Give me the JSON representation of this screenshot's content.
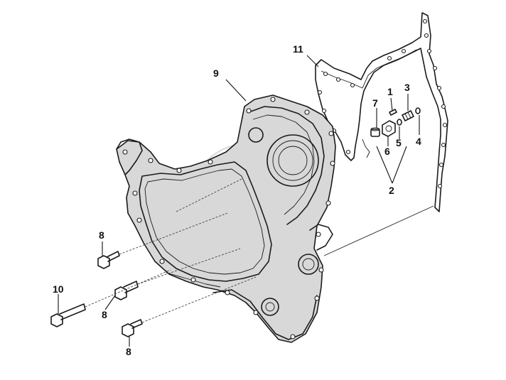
{
  "callouts": {
    "c1": "1",
    "c2": "2",
    "c3": "3",
    "c4": "4",
    "c5": "5",
    "c6": "6",
    "c7": "7",
    "c8a": "8",
    "c8b": "8",
    "c8c": "8",
    "c9": "9",
    "c10": "10",
    "c11": "11"
  },
  "colors": {
    "ink": "#1a1a1a",
    "watermark": "#bdbdbd"
  },
  "icons": {
    "watermark": "circular-logo-watermark"
  }
}
